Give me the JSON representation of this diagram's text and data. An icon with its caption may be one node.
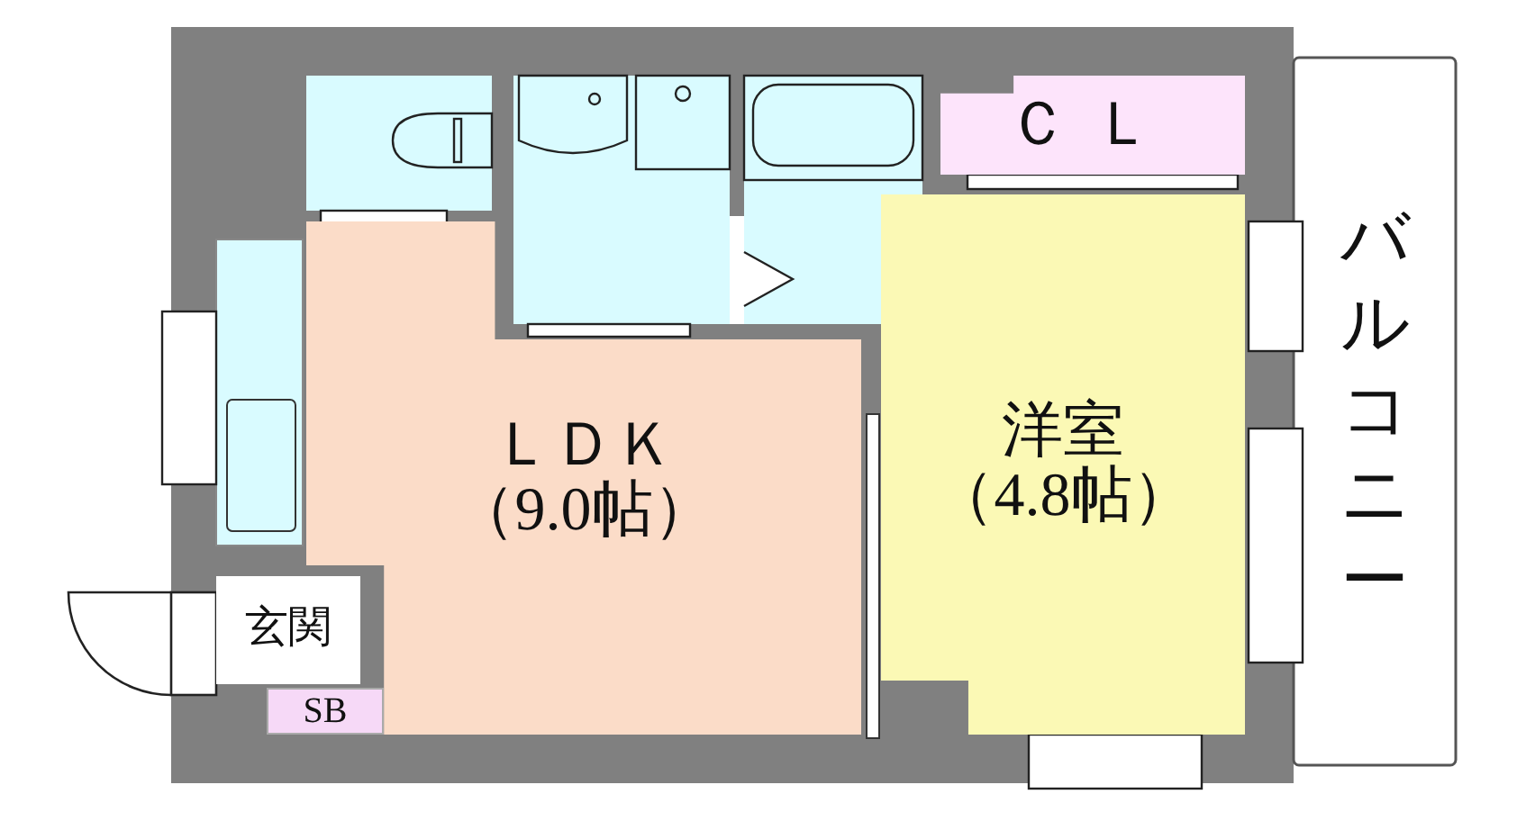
{
  "diagram": {
    "nodes": [
      {
        "text": [
          "ＣＬ"
        ]
      },
      {
        "text": [
          "洋室",
          "（4.8帖）"
        ]
      },
      {
        "text": [
          "バルコニー"
        ]
      },
      {
        "text": [
          "ＬＤＫ",
          "（9.0帖）"
        ]
      },
      {
        "text": [
          "玄関"
        ]
      },
      {
        "text": [
          "SB"
        ]
      }
    ],
    "edges": []
  }
}
